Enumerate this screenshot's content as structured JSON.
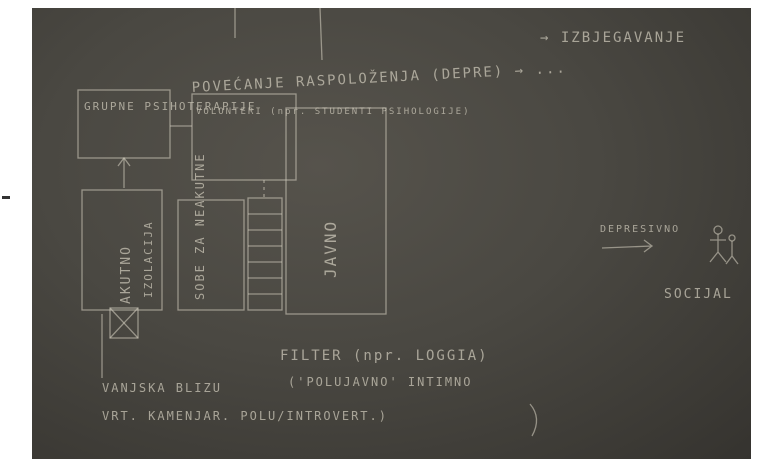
{
  "photo": {
    "top_right_text": "→ IZBJEGAVANJE",
    "header_text": "POVEĆANJE RASPOLOŽENJA (DEPRE) → ...",
    "box1_text": "GRUPNE PSIHOTERAPIJE",
    "box2_text": "VOLONTERI (npr. STUDENTI PSIHOLOGIJE)",
    "akutno_text": "AKUTNO",
    "izolacija_text": "IZOLACIJA",
    "sobe_text": "SOBE ZA NEAKUTNE",
    "javno_text": "JAVNO",
    "depresivno_text": "DEPRESIVNO",
    "socijal_text": "SOCIJAL",
    "filter_text": "FILTER (npr. LOGGIA)",
    "polujavno_text": "('POLUJAVNO' INTIMNO",
    "vanjska_text": "VANJSKA BLIZU",
    "introvert_text": "VRT. KAMENJAR. POLU/INTROVERT.)",
    "colors": {
      "board": "#4a4842",
      "chalk": "#cfcabb",
      "page": "#ffffff"
    }
  }
}
